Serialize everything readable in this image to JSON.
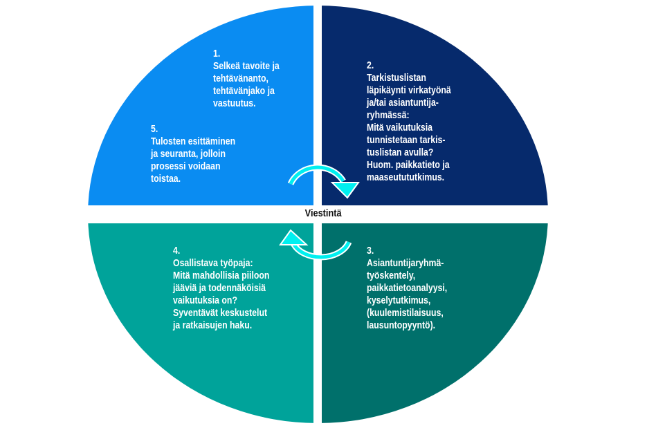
{
  "colors": {
    "q1": "#0a8cf2",
    "q2": "#062a6c",
    "q3": "#00706b",
    "q4": "#00a39a",
    "arrow": "#00f0f0"
  },
  "center_label": "Viestintä",
  "steps": [
    {
      "text": "1.\nSelkeä tavoite ja\ntehtävänanto,\ntehtävänjako ja\nvastuutus."
    },
    {
      "text": "2.\nTarkistuslistan\nläpikäynti virkatyönä\nja/tai asiantuntija-\nryhmässä:\nMitä vaikutuksia\ntunnistetaan tarkis-\ntuslistan avulla?\nHuom. paikkatieto ja\nmaaseutututkimus."
    },
    {
      "text": "3.\nAsiantuntijaryhmä-\ntyöskentely,\npaikkatietoanalyysi,\nkyselytutkimus,\n(kuulemistilaisuus,\nlausuntopyyntö)."
    },
    {
      "text": "4.\nOsallistava työpaja:\nMitä mahdollisia piiloon\njääviä ja todennäköisiä\nvaikutuksia on?\nSyventävät keskustelut\nja ratkaisujen haku."
    },
    {
      "text": "5.\nTulosten esittäminen\nja seuranta, jolloin\nprosessi voidaan\ntoistaa."
    }
  ],
  "icons": [
    "cycle-arrow-top",
    "cycle-arrow-bottom"
  ]
}
